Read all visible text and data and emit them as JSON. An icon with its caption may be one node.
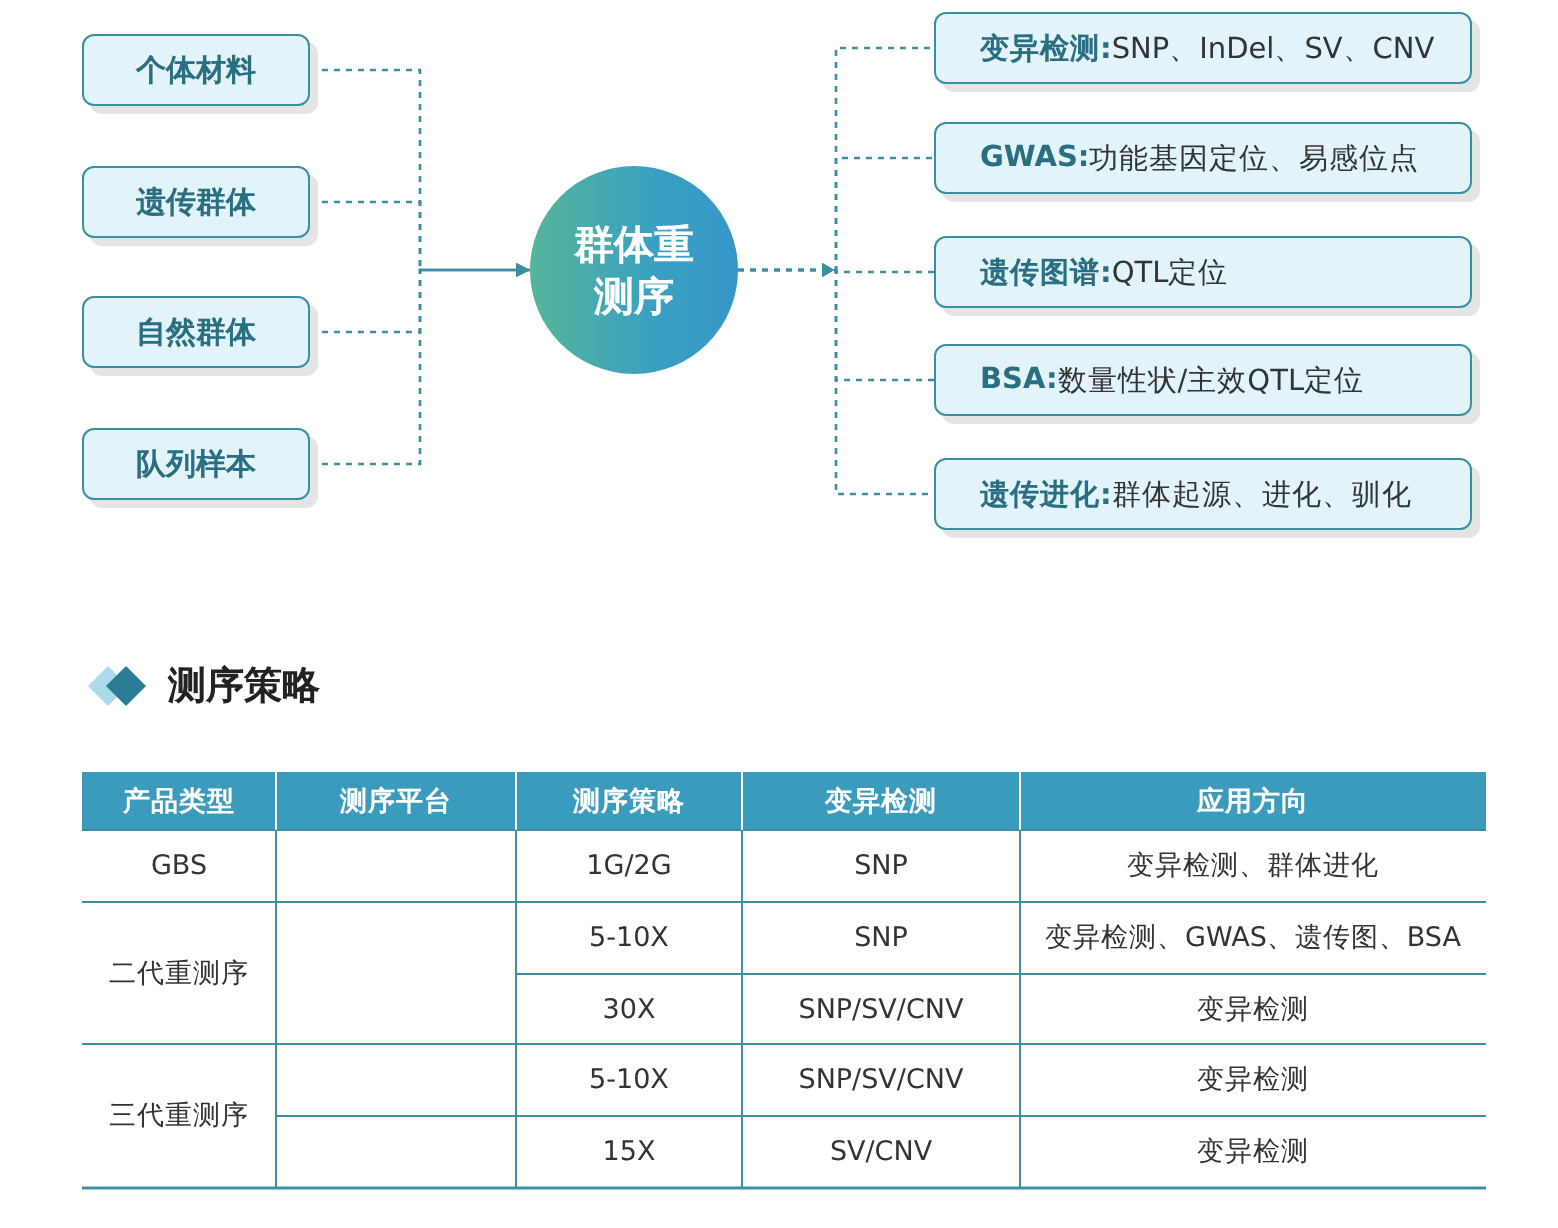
{
  "diagram": {
    "nodes": [
      {
        "text": [
          "个体材料"
        ]
      },
      {
        "text": [
          "遗传群体"
        ]
      },
      {
        "text": [
          "自然群体"
        ]
      },
      {
        "text": [
          "队列样本"
        ]
      },
      {
        "text": [
          "群体重测序"
        ]
      },
      {
        "text": [
          "**变异检测:**SNP、InDel、SV、CNV"
        ]
      },
      {
        "text": [
          "**GWAS:**功能基因定位、易感位点"
        ]
      },
      {
        "text": [
          "**遗传图谱:**QTL定位"
        ]
      },
      {
        "text": [
          "**BSA:**数量性状/主效QTL定位"
        ]
      },
      {
        "text": [
          "**遗传进化:**群体起源、进化、驯化"
        ]
      }
    ],
    "edges": [
      {
        "from": 0,
        "to": 4,
        "arrow": "to",
        "style": "dashed"
      },
      {
        "from": 1,
        "to": 4,
        "arrow": "to",
        "style": "dashed"
      },
      {
        "from": 2,
        "to": 4,
        "arrow": "to",
        "style": "dashed"
      },
      {
        "from": 3,
        "to": 4,
        "arrow": "to",
        "style": "dashed"
      },
      {
        "from": 4,
        "to": 5,
        "arrow": "to",
        "style": "dashed"
      },
      {
        "from": 4,
        "to": 6,
        "arrow": "to",
        "style": "dashed"
      },
      {
        "from": 4,
        "to": 7,
        "arrow": "to",
        "style": "dashed"
      },
      {
        "from": 4,
        "to": 8,
        "arrow": "to",
        "style": "dashed"
      },
      {
        "from": 4,
        "to": 9,
        "arrow": "to",
        "style": "dashed"
      }
    ],
    "labels": [
      "测序策略",
      "产品类型",
      "测序平台",
      "测序策略",
      "变异检测",
      "应用方向",
      "GBS",
      "1G/2G",
      "SNP",
      "变异检测、群体进化",
      "二代重测序",
      "5-10X",
      "SNP",
      "变异检测、GWAS、遗传图、BSA",
      "30X",
      "SNP/SV/CNV",
      "变异检测",
      "三代重测序",
      "5-10X",
      "SNP/SV/CNV",
      "变异检测",
      "15X",
      "SV/CNV",
      "变异检测"
    ]
  }
}
